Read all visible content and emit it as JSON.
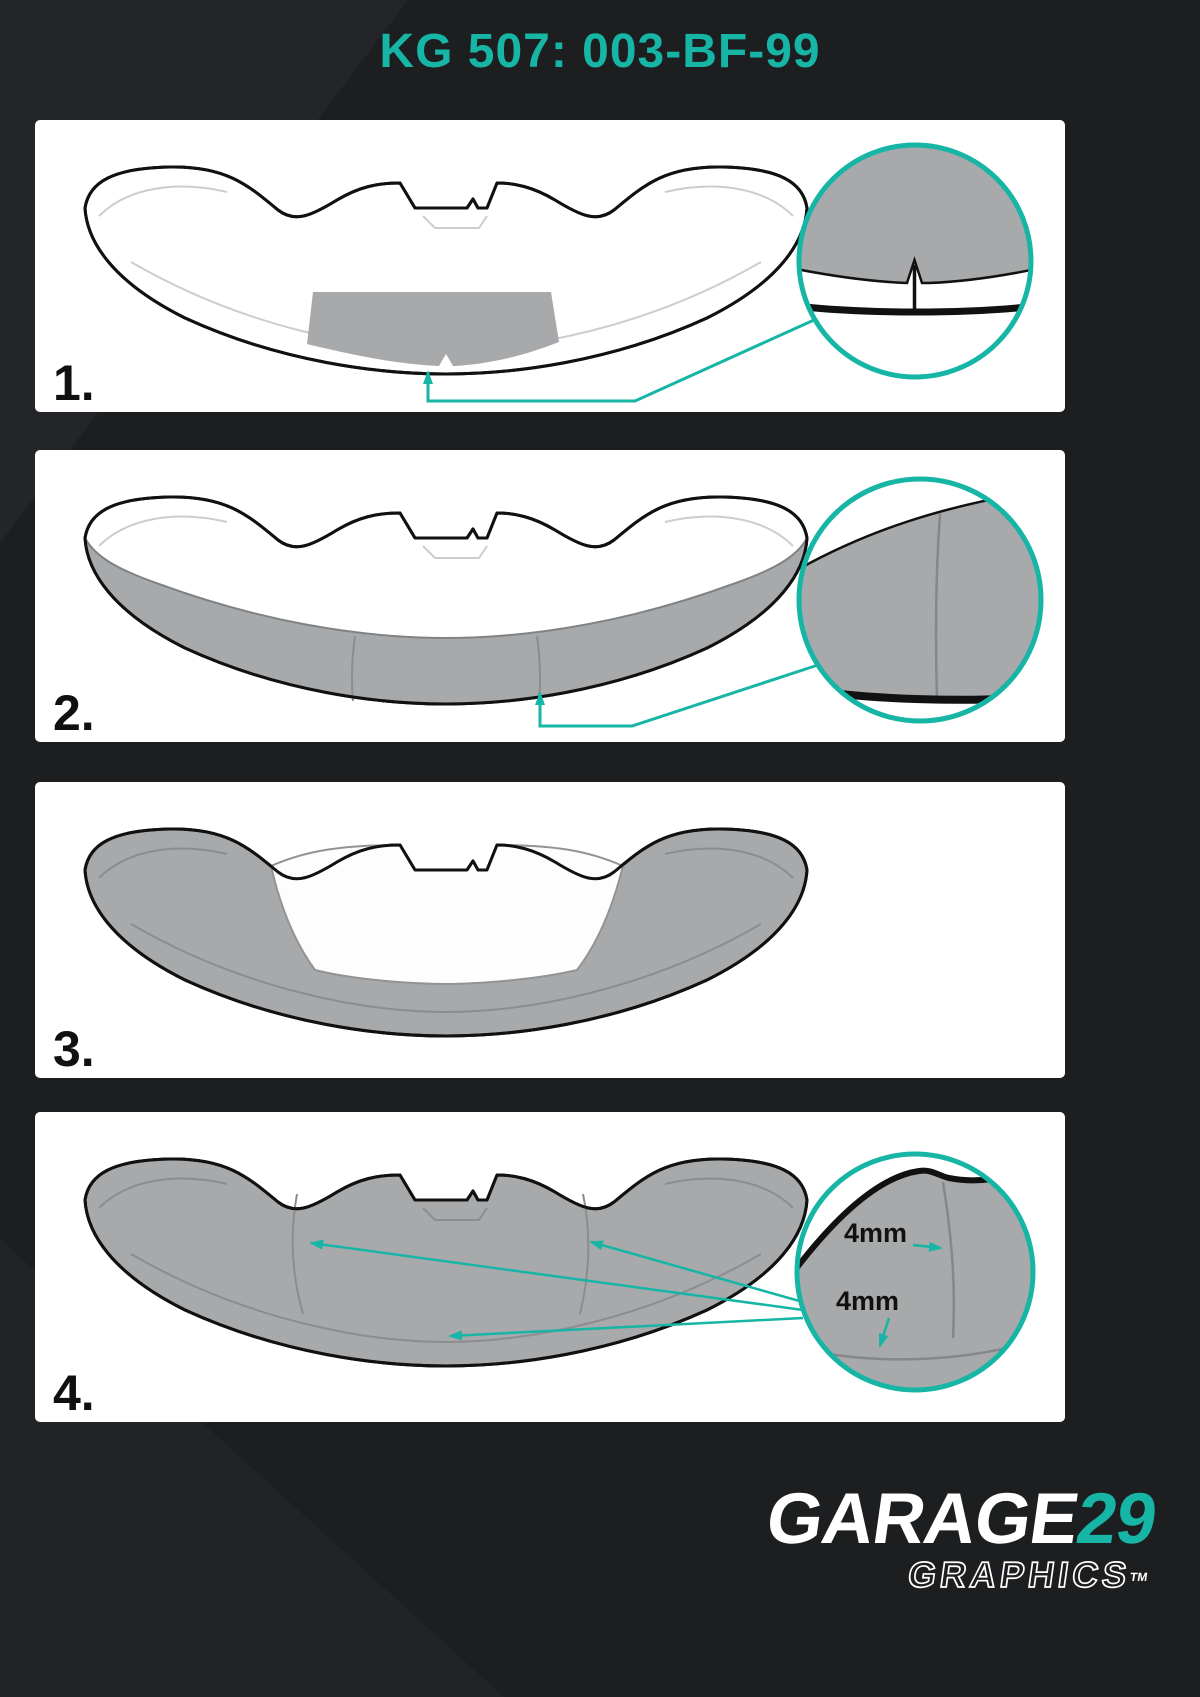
{
  "title": "KG 507: 003-BF-99",
  "colors": {
    "accent_teal": "#16b5a5",
    "background_dark": "#1d1e20",
    "panel_white": "#ffffff",
    "film_gray": "#a7a9ab",
    "outline_black": "#111111"
  },
  "steps": [
    {
      "number": "1."
    },
    {
      "number": "2."
    },
    {
      "number": "3."
    },
    {
      "number": "4."
    }
  ],
  "annotations": {
    "measure1": "4mm",
    "measure2": "4mm"
  },
  "logo": {
    "name": "GARAGE",
    "number": "29",
    "sub": "GRAPHICS",
    "tm": "TM"
  }
}
